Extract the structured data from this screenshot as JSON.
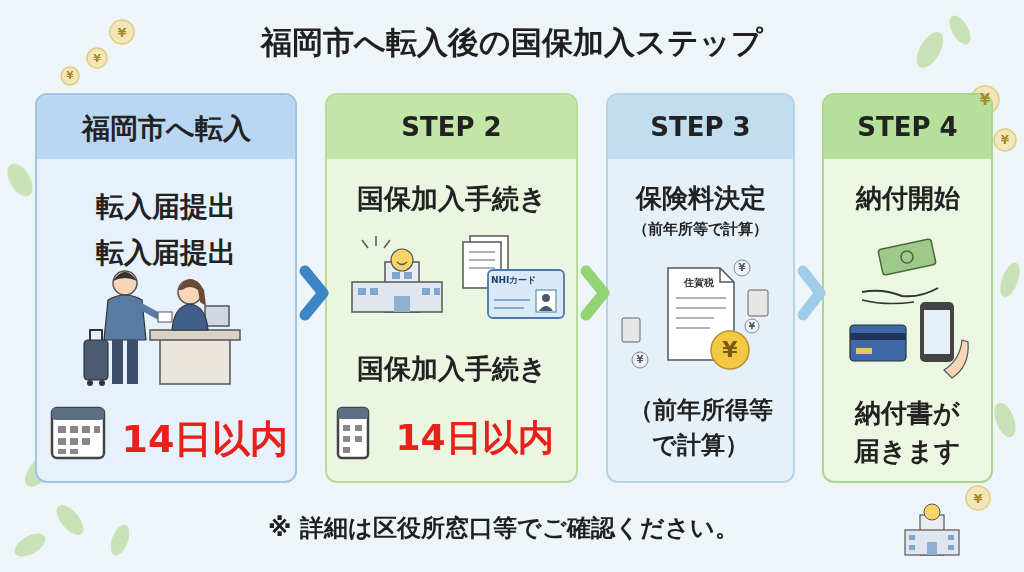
{
  "diagram": {
    "title": "福岡市へ転入後の国保加入ステップ",
    "nodes": [
      {
        "text": [
          "福岡市へ転入",
          "転入届提出",
          "転入届提出",
          "14日以内"
        ]
      },
      {
        "text": [
          "STEP 2",
          "国保加入手続き",
          "国保加入手続き",
          "14日以内"
        ]
      },
      {
        "text": [
          "STEP 3",
          "保険料決定",
          "（前年所等で計算）",
          "（前年所得等 で計算）"
        ]
      },
      {
        "text": [
          "STEP 4",
          "納付開始",
          "納付書が 届きます"
        ]
      }
    ],
    "edges": [
      {
        "from": 0,
        "to": 1,
        "arrow": "to"
      },
      {
        "from": 1,
        "to": 2,
        "arrow": "to"
      },
      {
        "from": 2,
        "to": 3,
        "arrow": "to"
      }
    ],
    "labels": [
      "NHIカード",
      "住賀税",
      "¥",
      "¥",
      "¥",
      "¥",
      "¥",
      "¥",
      "¥",
      "¥",
      "¥",
      "¥",
      "※ 詳細は区役所窓口等でご確認ください。"
    ]
  }
}
